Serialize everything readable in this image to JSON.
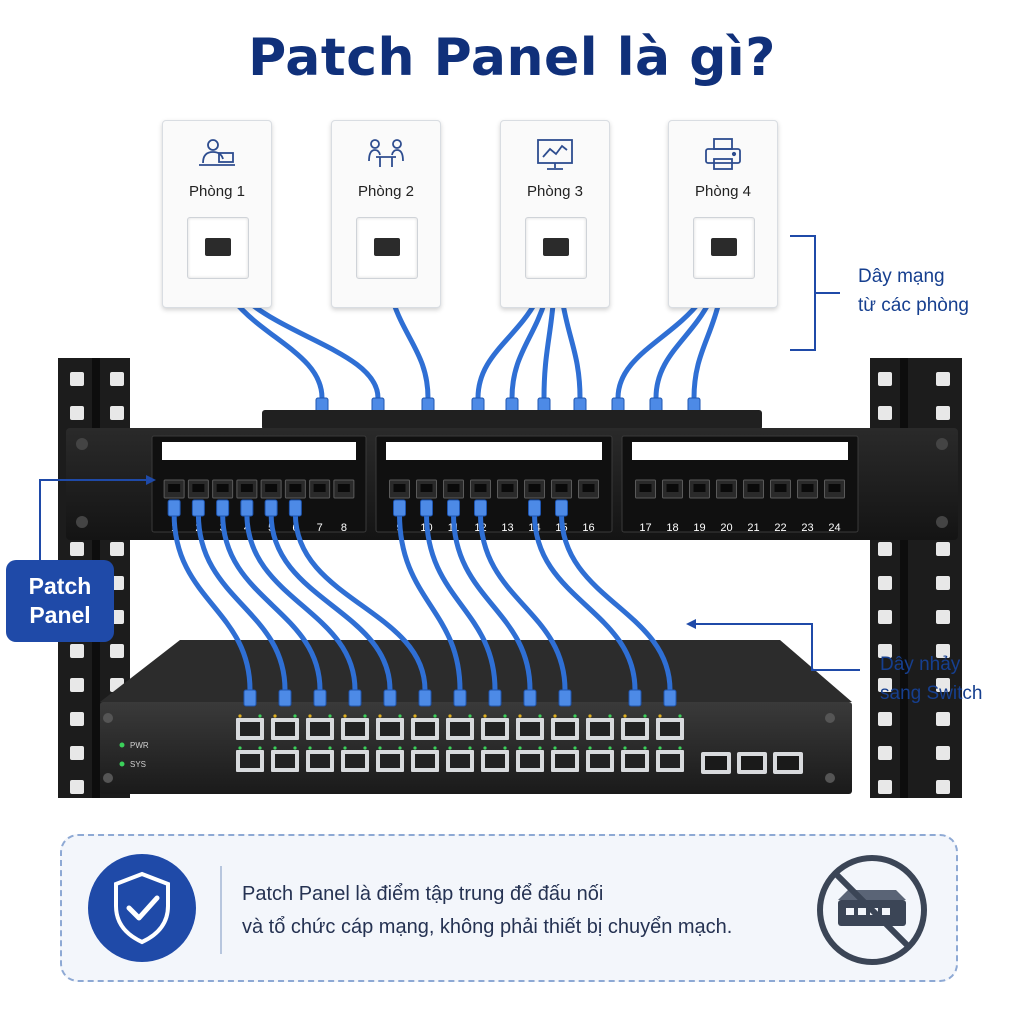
{
  "title": "Patch Panel là gì?",
  "rooms": [
    {
      "label": "Phòng 1",
      "icon": "person-at-desk-icon"
    },
    {
      "label": "Phòng 2",
      "icon": "meeting-people-icon"
    },
    {
      "label": "Phòng 3",
      "icon": "chart-monitor-icon"
    },
    {
      "label": "Phòng 4",
      "icon": "printer-icon"
    }
  ],
  "callouts": {
    "room_cables": [
      "Dây mạng",
      "từ các phòng"
    ],
    "jumper_cables": [
      "Dây nhảy",
      "sang Switch"
    ]
  },
  "patch_panel_label": [
    "Patch",
    "Panel"
  ],
  "patch_panel": {
    "port_labels": [
      "1",
      "2",
      "3",
      "4",
      "5",
      "6",
      "7",
      "8",
      "9",
      "10",
      "11",
      "12",
      "13",
      "14",
      "15",
      "16",
      "17",
      "18",
      "19",
      "20",
      "21",
      "22",
      "23",
      "24"
    ]
  },
  "switch": {
    "leds": [
      "PWR",
      "SYS"
    ]
  },
  "info": {
    "lines": [
      "Patch Panel là điểm tập trung để đấu nối",
      "và tổ chức cáp mạng, không phải thiết bị chuyển mạch."
    ],
    "left_icon": "shield-check-icon",
    "right_icon": "no-switch-icon"
  },
  "colors": {
    "title": "#10307a",
    "cable": "#2f6fd4",
    "accent": "#1f4aa8",
    "rack": "#1c1c1c"
  }
}
